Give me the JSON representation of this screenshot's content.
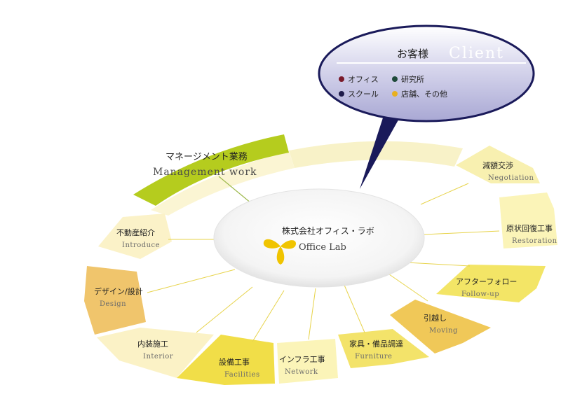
{
  "client": {
    "title_jp": "お客様",
    "title_en": "Client",
    "legend": [
      {
        "label": "オフィス",
        "color": "#7a1a2a"
      },
      {
        "label": "研究所",
        "color": "#1f4a3a"
      },
      {
        "label": "スクール",
        "color": "#1e1b4a"
      },
      {
        "label": "店舗、その他",
        "color": "#e8b020"
      }
    ]
  },
  "center": {
    "name_jp": "株式会社オフィス・ラボ",
    "name_en": "Office Lab"
  },
  "management": {
    "label_jp": "マネージメント業務",
    "label_en": "Management work"
  },
  "services": [
    {
      "jp": "減額交渉",
      "en": "Negotiation"
    },
    {
      "jp": "原状回復工事",
      "en": "Restoration"
    },
    {
      "jp": "アフターフォロー",
      "en": "Follow-up"
    },
    {
      "jp": "引越し",
      "en": "Moving"
    },
    {
      "jp": "家具・備品調達",
      "en": "Furniture"
    },
    {
      "jp": "インフラ工事",
      "en": "Network"
    },
    {
      "jp": "設備工事",
      "en": "Facilities"
    },
    {
      "jp": "内装施工",
      "en": "Interior"
    },
    {
      "jp": "デザイン/設計",
      "en": "Design"
    },
    {
      "jp": "不動産紹介",
      "en": "Introduce"
    }
  ]
}
